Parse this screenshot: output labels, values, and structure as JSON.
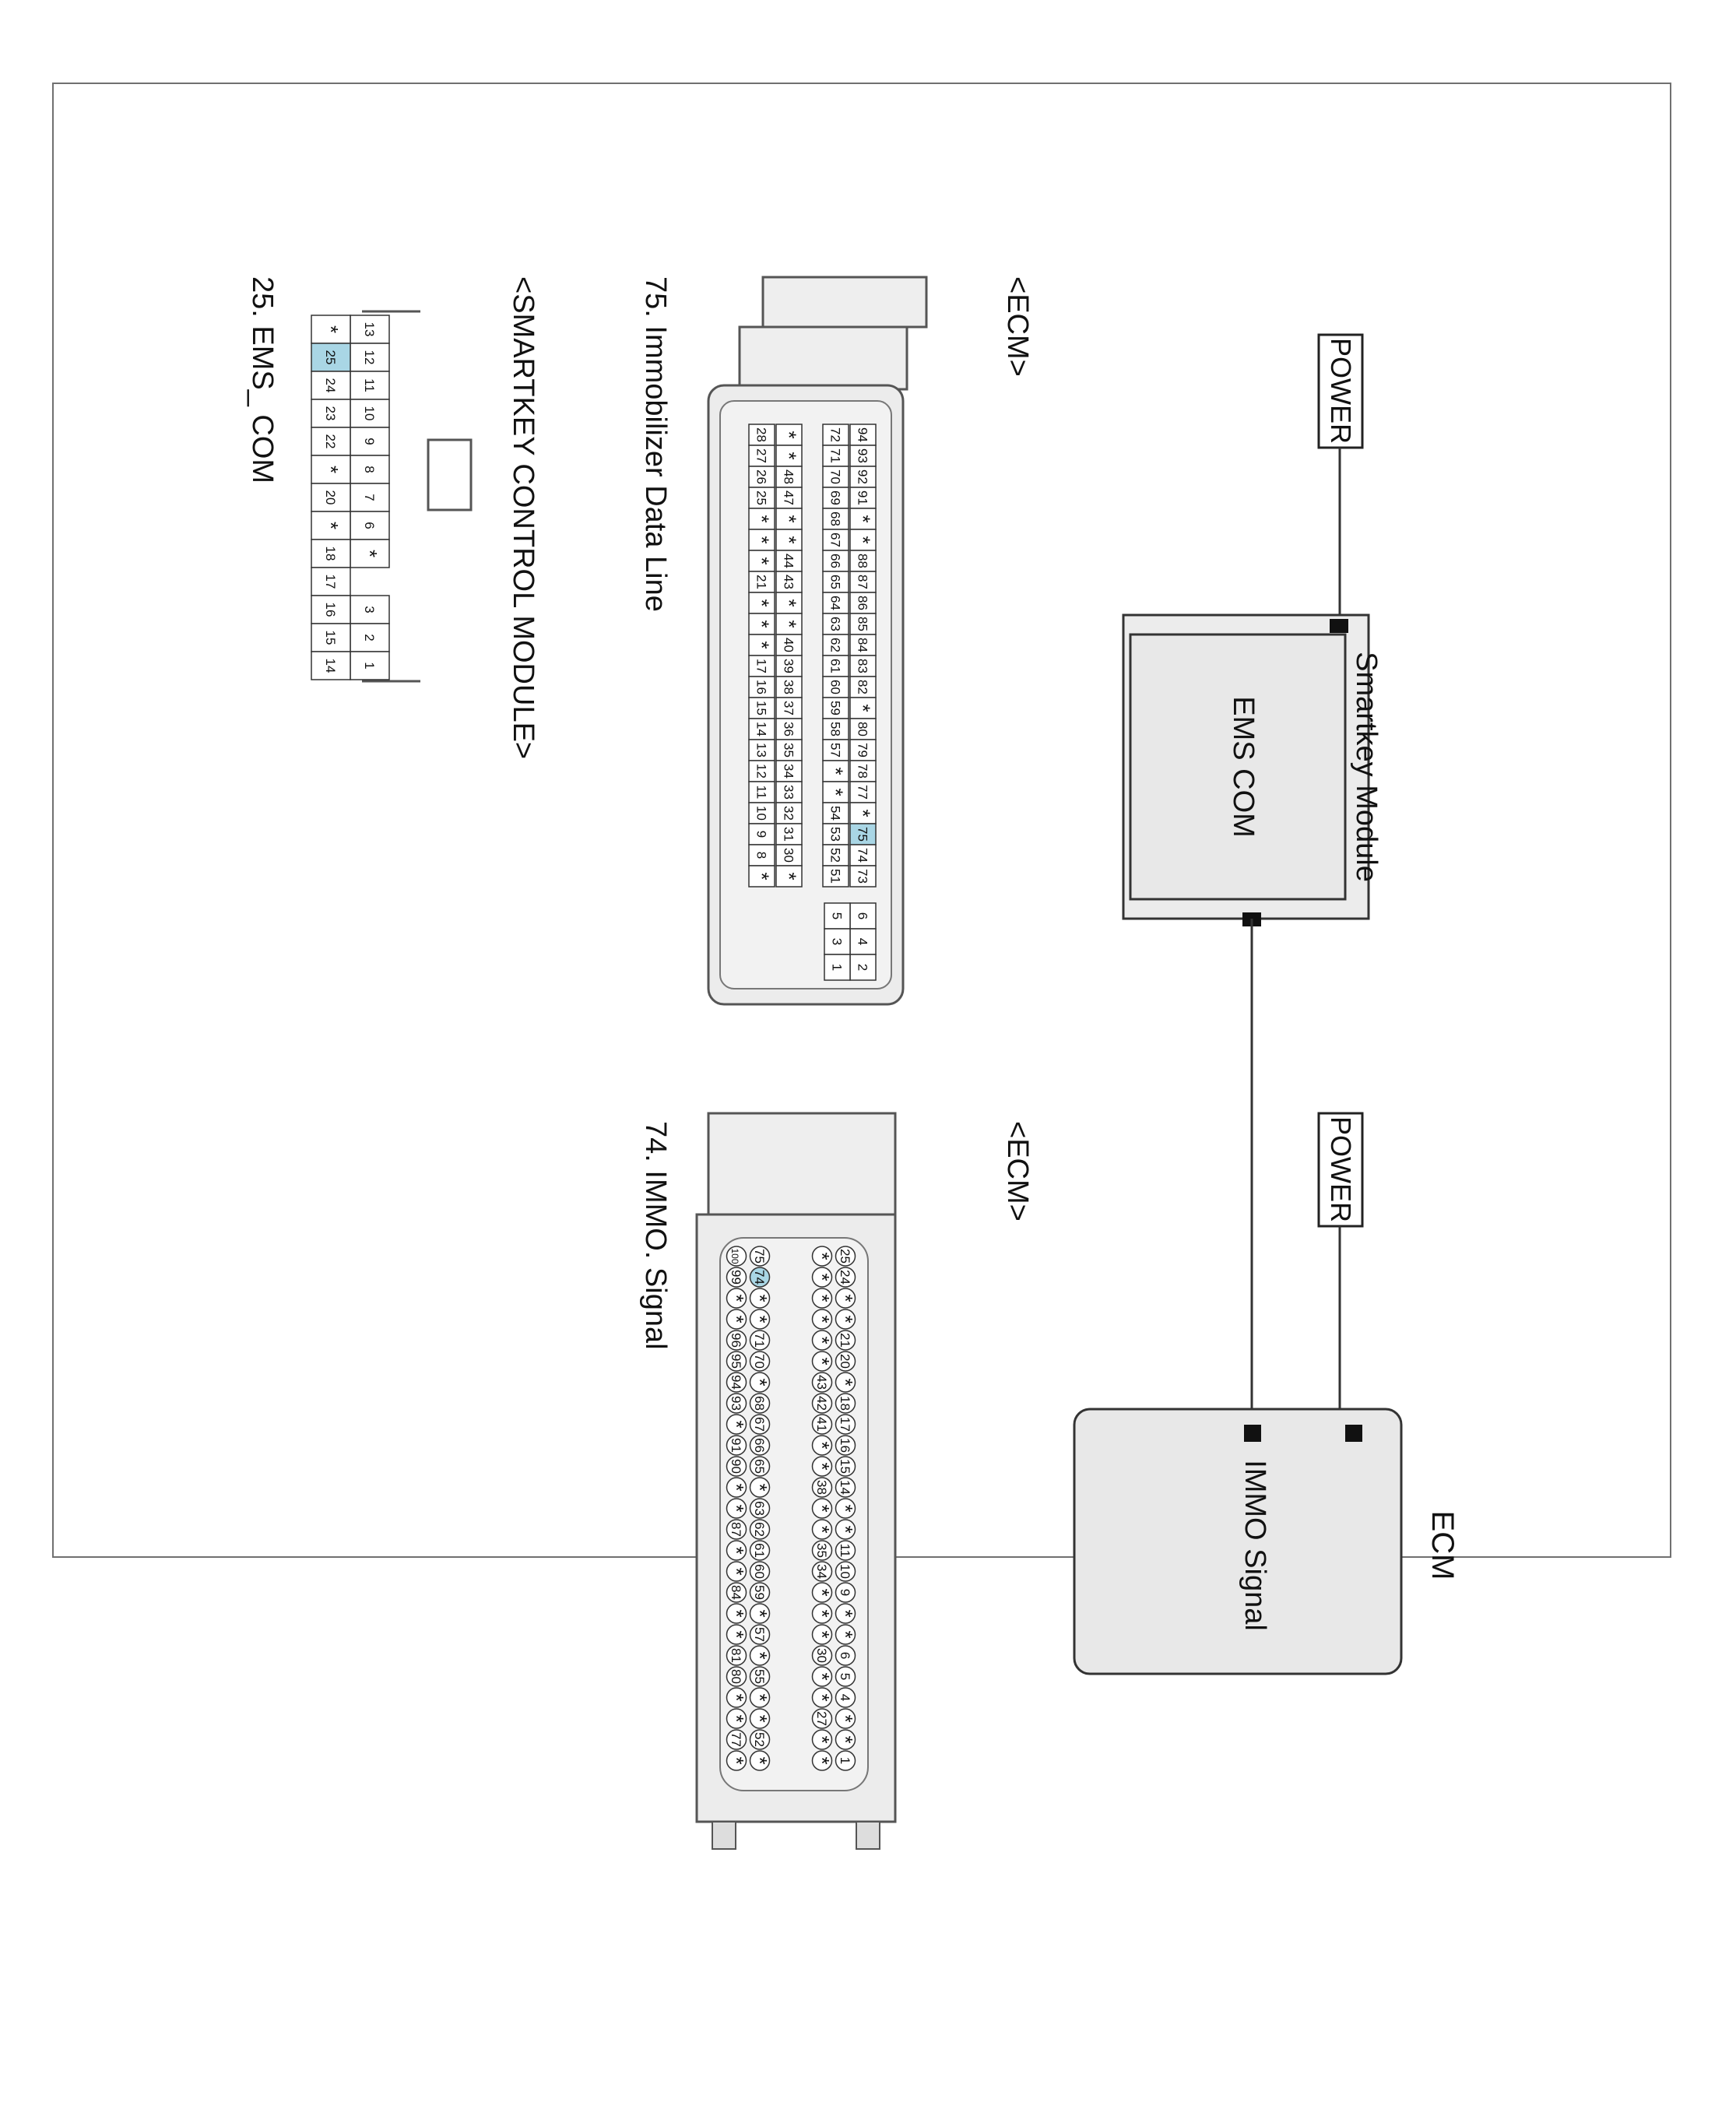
{
  "wiring": {
    "power_top": "POWER",
    "power_bottom": "POWER",
    "smartkey_module_title": "Smartkey Module",
    "smartkey_module_pin": "EMS COM",
    "ecm_title": "ECM",
    "ecm_pin": "IMMO Signal"
  },
  "connectors": {
    "ecm_top_title": "<ECM>",
    "ecm_top_caption": "75. Immobilizer Data Line",
    "ecm_top_highlight": "75",
    "ecm_bottom_title": "<ECM>",
    "ecm_bottom_caption": "74. IMMO. Signal",
    "ecm_bottom_highlight": "74",
    "smartkey_title": "<SMARTKEY CONTROL MODULE>",
    "smartkey_caption": "25. EMS_ COM",
    "smartkey_highlight": "25"
  },
  "ecm_top_pins": {
    "row_a": [
      "94",
      "93",
      "92",
      "91",
      "*",
      "*",
      "88",
      "87",
      "86",
      "85",
      "84",
      "83",
      "82",
      "*",
      "80",
      "79",
      "78",
      "77",
      "*",
      "75",
      "74",
      "73"
    ],
    "row_b": [
      "72",
      "71",
      "70",
      "69",
      "68",
      "67",
      "66",
      "65",
      "64",
      "63",
      "62",
      "61",
      "60",
      "59",
      "58",
      "57",
      "*",
      "*",
      "54",
      "53",
      "52",
      "51"
    ],
    "row_c": [
      "*",
      "*",
      "48",
      "47",
      "*",
      "*",
      "44",
      "43",
      "*",
      "*",
      "40",
      "39",
      "38",
      "37",
      "36",
      "35",
      "34",
      "33",
      "32",
      "31",
      "30",
      "*"
    ],
    "row_d": [
      "28",
      "27",
      "26",
      "25",
      "*",
      "*",
      "*",
      "21",
      "*",
      "*",
      "*",
      "17",
      "16",
      "15",
      "14",
      "13",
      "12",
      "11",
      "10",
      "9",
      "8",
      "*"
    ],
    "aux": [
      "6",
      "5",
      "4",
      "3",
      "2",
      "1"
    ]
  },
  "ecm_bottom_pins": {
    "row_a": [
      "25",
      "24",
      "*",
      "*",
      "21",
      "20",
      "*",
      "18",
      "17",
      "16",
      "15",
      "14",
      "*",
      "*",
      "11",
      "10",
      "9",
      "*",
      "*",
      "6",
      "5",
      "4",
      "*",
      "*",
      "1"
    ],
    "row_b": [
      "*",
      "*",
      "*",
      "*",
      "*",
      "*",
      "43",
      "42",
      "41",
      "*",
      "*",
      "38",
      "*",
      "*",
      "35",
      "34",
      "*",
      "*",
      "*",
      "30",
      "*",
      "*",
      "27",
      "*",
      "*"
    ],
    "row_c": [
      "75",
      "74",
      "*",
      "*",
      "71",
      "70",
      "*",
      "68",
      "67",
      "66",
      "65",
      "*",
      "63",
      "62",
      "61",
      "60",
      "59",
      "*",
      "57",
      "*",
      "55",
      "*",
      "*",
      "52",
      "*"
    ],
    "row_d": [
      "100",
      "99",
      "*",
      "*",
      "96",
      "95",
      "94",
      "93",
      "*",
      "91",
      "90",
      "*",
      "*",
      "87",
      "*",
      "*",
      "84",
      "*",
      "*",
      "81",
      "80",
      "*",
      "*",
      "77",
      "*"
    ]
  },
  "smartkey_pins": {
    "row_top": [
      "13",
      "12",
      "11",
      "10",
      "9",
      "8",
      "7",
      "6",
      "*",
      "3",
      "2",
      "1"
    ],
    "row_bottom": [
      "*",
      "25",
      "24",
      "23",
      "22",
      "*",
      "20",
      "*",
      "18",
      "17",
      "16",
      "15",
      "14"
    ]
  },
  "colors": {
    "highlight": "#a9d6e5",
    "box_fill": "#e8e8e8",
    "line": "#333333"
  }
}
